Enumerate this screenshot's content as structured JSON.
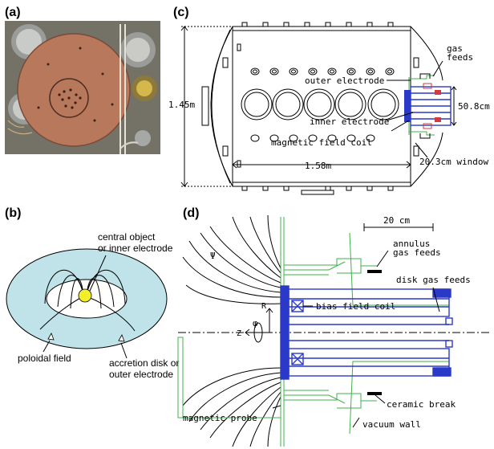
{
  "panels": {
    "a": {
      "label": "(a)"
    },
    "b": {
      "label": "(b)",
      "central_object": "central object",
      "central_object_2": "or inner electrode",
      "poloidal_field": "poloidal field",
      "accretion_disk": "accretion disk or",
      "accretion_disk_2": "outer electrode"
    },
    "c": {
      "label": "(c)",
      "height": "1.45m",
      "length": "1.58m",
      "gas_feeds_1": "gas",
      "gas_feeds_2": "feeds",
      "outer_electrode": "outer electrode",
      "inner_electrode": "inner electrode",
      "magnetic_field_coil": "magnetic field coil",
      "diameter": "50.8cm",
      "window": "20.3cm window"
    },
    "d": {
      "label": "(d)",
      "scale": "20 cm",
      "psi": "Ψ",
      "r_axis": "R",
      "phi": "φ",
      "z_axis": "Z",
      "annulus_1": "annulus",
      "annulus_2": "gas feeds",
      "disk_gas_feeds": "disk gas feeds",
      "bias_field_coil": "bias field coil",
      "ceramic_break": "ceramic break",
      "magnetic_probe": "magnetic probe",
      "vacuum_wall": "vacuum wall"
    }
  },
  "colors": {
    "green": "#3fb04a",
    "blue": "#2b39c9",
    "torus": "#bfe3e8",
    "copper": "#b8785c"
  }
}
